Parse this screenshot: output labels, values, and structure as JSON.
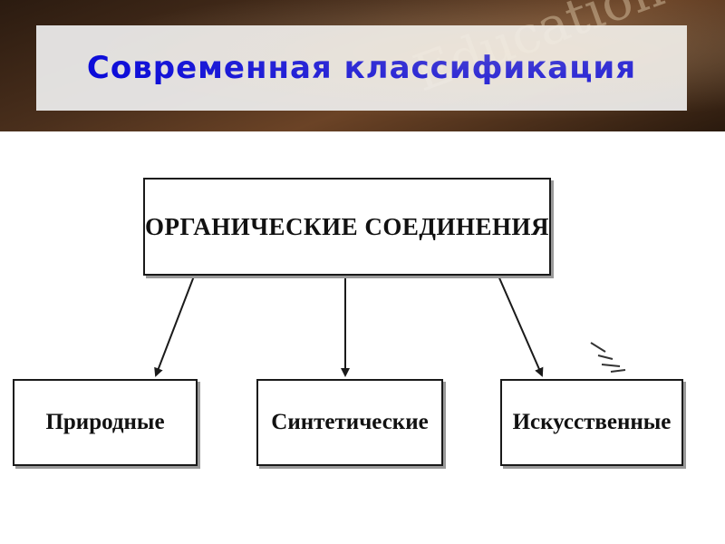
{
  "header": {
    "title": "Современная классификация",
    "background_watermark": "Education"
  },
  "diagram": {
    "root": {
      "label": "ОРГАНИЧЕСКИЕ СОЕДИНЕНИЯ"
    },
    "children": [
      {
        "label": "Природные"
      },
      {
        "label": "Синтетические"
      },
      {
        "label": "Искусственные"
      }
    ]
  },
  "colors": {
    "title": "#0b0bd9",
    "header_band": "#4a2f1c",
    "title_panel": "#eeeeee",
    "box_border": "#1a1a1a"
  }
}
